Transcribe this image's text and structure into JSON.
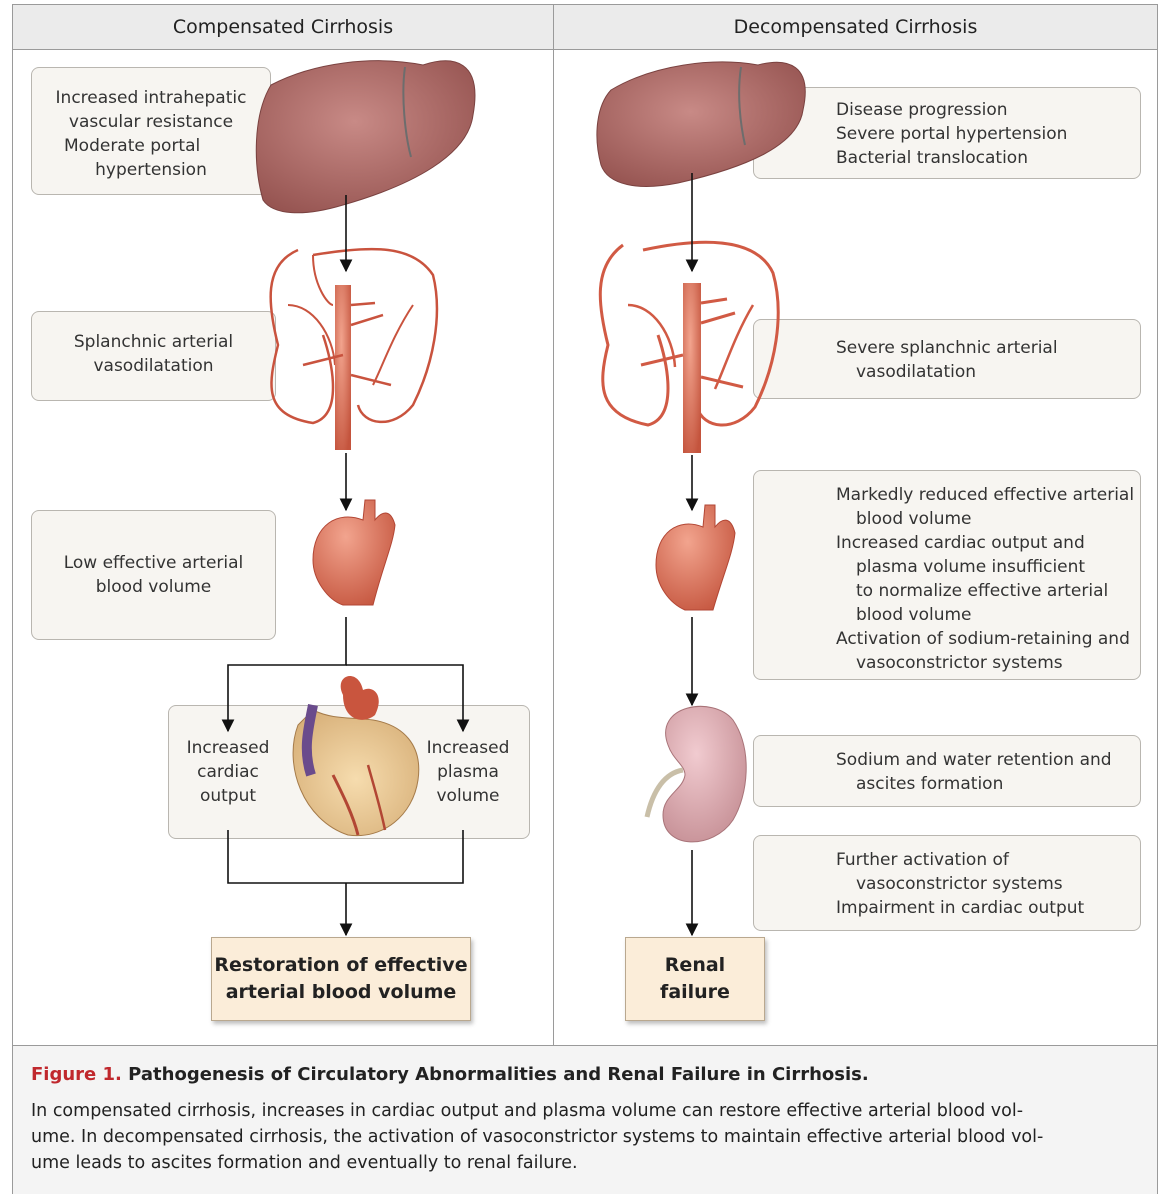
{
  "headers": {
    "compensated": "Compensated Cirrhosis",
    "decompensated": "Decompensated Cirrhosis"
  },
  "left": {
    "liver_box": [
      "Increased intrahepatic",
      "vascular resistance",
      "Moderate portal",
      "hypertension"
    ],
    "splanchnic_box": [
      "Splanchnic arterial",
      "vasodilatation"
    ],
    "volume_box": [
      "Low effective arterial",
      "blood volume"
    ],
    "cardiac_output": [
      "Increased",
      "cardiac",
      "output"
    ],
    "plasma_volume": [
      "Increased",
      "plasma",
      "volume"
    ],
    "result": [
      "Restoration of effective",
      "arterial blood volume"
    ]
  },
  "right": {
    "liver_box": [
      "Disease progression",
      "Severe portal hypertension",
      "Bacterial translocation"
    ],
    "splanchnic_box": [
      "Severe splanchnic arterial",
      "vasodilatation"
    ],
    "volume_box": [
      "Markedly reduced effective arterial",
      "blood volume",
      "Increased cardiac output and",
      "plasma volume insufficient",
      "to normalize effective arterial",
      "blood volume",
      "Activation of sodium-retaining and",
      "vasoconstrictor systems"
    ],
    "kidney_box": [
      "Sodium and water retention and",
      "ascites formation"
    ],
    "further_box": [
      "Further activation of",
      "vasoconstrictor systems",
      "Impairment in cardiac output"
    ],
    "result": [
      "Renal",
      "failure"
    ]
  },
  "caption": {
    "figure_label": "Figure 1.",
    "title": "Pathogenesis of Circulatory Abnormalities and Renal Failure in Cirrhosis.",
    "lines": [
      "In compensated cirrhosis, increases in cardiac output and plasma volume can restore effective arterial blood vol-",
      "ume. In decompensated cirrhosis, the activation of vasoconstrictor systems to maintain effective arterial blood vol-",
      "ume leads to ascites formation and eventually to renal failure."
    ]
  },
  "colors": {
    "liver": "#b0706e",
    "artery": "#c8523f",
    "kidney": "#d9a3a8",
    "result_fill": "#fbedd9",
    "figure_label": "#c0282d"
  }
}
